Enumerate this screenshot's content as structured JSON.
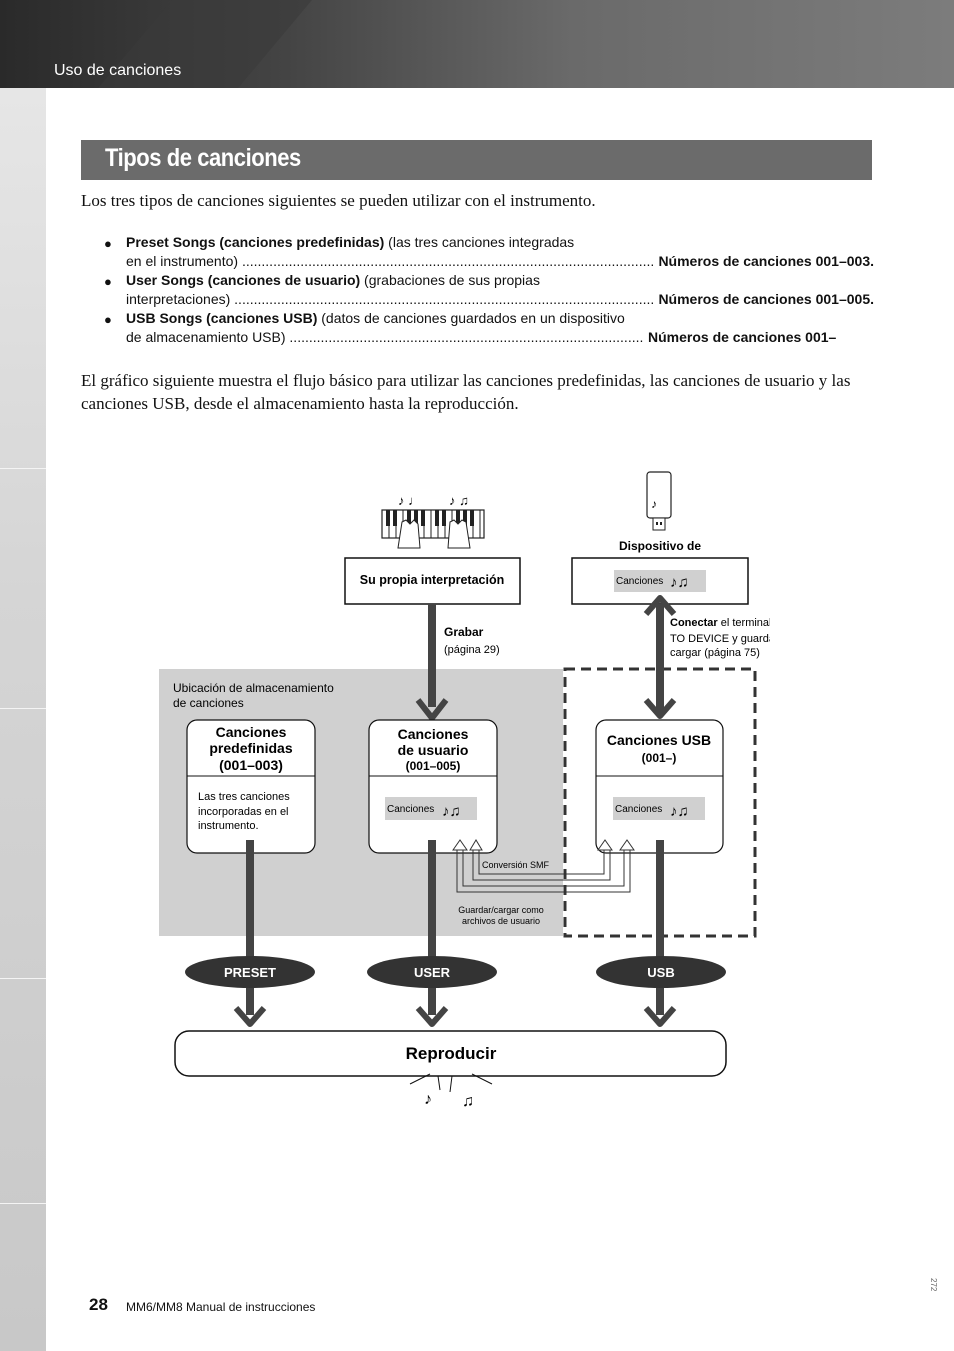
{
  "header": {
    "section_label": "Uso de canciones"
  },
  "section": {
    "title": "Tipos de canciones"
  },
  "intro": "Los tres tipos de canciones siguientes se pueden utilizar con el instrumento.",
  "bullets": [
    {
      "bold": "Preset Songs (canciones predefinidas)",
      "rest": " (las tres canciones integradas",
      "line2": "en el instrumento)",
      "number": "Números de canciones 001–003."
    },
    {
      "bold": "User Songs (canciones de usuario)",
      "rest": " (grabaciones de sus propias",
      "line2": "interpretaciones)",
      "number": "Números de canciones 001–005."
    },
    {
      "bold": "USB Songs (canciones USB)",
      "rest": " (datos de canciones guardados en un dispositivo",
      "line2": "de almacenamiento USB)",
      "number": "Números de canciones 001–"
    }
  ],
  "paragraph2": "El gráfico siguiente muestra el flujo básico para utilizar las canciones predefinidas, las canciones de usuario y las canciones USB, desde el almacenamiento hasta la reproducción.",
  "diagram": {
    "own_performance": "Su propia interpretación",
    "device_label": "Dispositivo de",
    "songs_tag": "Canciones",
    "record_label": "Grabar",
    "record_page": "(página 29)",
    "connect_bold": "Conectar",
    "connect_rest_1": " el terminal USB",
    "connect_rest_2": "TO DEVICE y guardar/",
    "connect_rest_3": "cargar (página 75)",
    "storage_label_1": "Ubicación de almacenamiento",
    "storage_label_2": "de canciones",
    "preset_box": {
      "title_1": "Canciones",
      "title_2": "predefinidas",
      "title_3": "(001–003)",
      "desc_1": "Las tres canciones",
      "desc_2": "incorporadas en el",
      "desc_3": "instrumento."
    },
    "user_box": {
      "title_1": "Canciones",
      "title_2": "de usuario",
      "range": "(001–005)"
    },
    "usb_box": {
      "title": "Canciones USB",
      "range": "(001–)"
    },
    "smf_conversion": "Conversión SMF",
    "save_load_1": "Guardar/cargar como",
    "save_load_2": "archivos de usuario",
    "preset_btn": "PRESET",
    "user_btn": "USER",
    "usb_btn": "USB",
    "play": "Reproducir"
  },
  "footer": {
    "page_number": "28",
    "manual": "MM6/MM8  Manual de instrucciones",
    "side_code": "272"
  }
}
